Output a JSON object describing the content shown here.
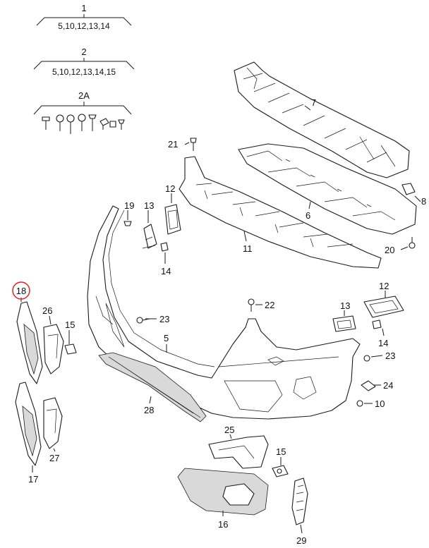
{
  "groups": [
    {
      "number": "1",
      "contents": "5,10,12,13,14"
    },
    {
      "number": "2",
      "contents": "5,10,12,13,14,15"
    },
    {
      "number": "2A",
      "contents": ""
    }
  ],
  "labels": {
    "p7": "7",
    "p8": "8",
    "p6": "6",
    "p21": "21",
    "p12a": "12",
    "p13a": "13",
    "p19": "19",
    "p14a": "14",
    "p11": "11",
    "p20": "20",
    "p18": "18",
    "p26": "26",
    "p15a": "15",
    "p23a": "23",
    "p22": "22",
    "p12b": "12",
    "p13b": "13",
    "p14b": "14",
    "p23b": "23",
    "p5": "5",
    "p24": "24",
    "p10": "10",
    "p28": "28",
    "p25": "25",
    "p15b": "15",
    "p17": "17",
    "p27": "27",
    "p16": "16",
    "p29": "29"
  },
  "highlight": {
    "label": "18",
    "color": "#d9252a"
  }
}
